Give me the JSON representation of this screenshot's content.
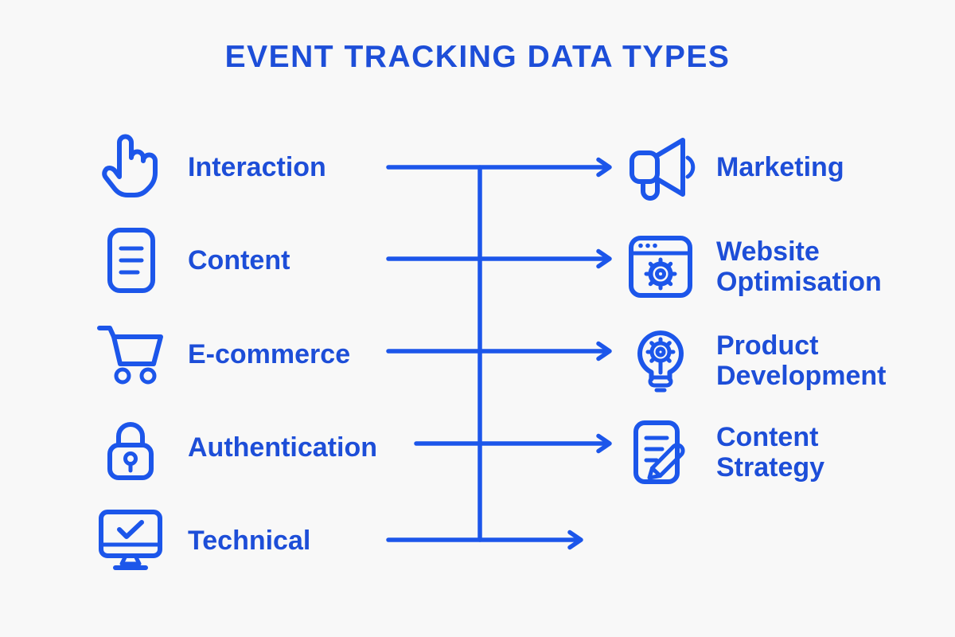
{
  "title": "EVENT TRACKING DATA TYPES",
  "colors": {
    "background": "#f8f8f8",
    "title_text": "#1d4ed8",
    "label_text": "#1d4ed8",
    "lines_and_icons": "#1c56ea"
  },
  "left": {
    "items": [
      {
        "label": "Interaction",
        "icon": "hand-cursor-icon"
      },
      {
        "label": "Content",
        "icon": "document-lines-icon"
      },
      {
        "label": "E-commerce",
        "icon": "shopping-cart-icon"
      },
      {
        "label": "Authentication",
        "icon": "padlock-icon"
      },
      {
        "label": "Technical",
        "icon": "monitor-check-icon"
      }
    ]
  },
  "right": {
    "items": [
      {
        "label": "Marketing",
        "icon": "megaphone-icon"
      },
      {
        "label": "Website Optimisation",
        "icon": "browser-gear-icon"
      },
      {
        "label": "Product Development",
        "icon": "lightbulb-gear-icon"
      },
      {
        "label": "Content Strategy",
        "icon": "document-pencil-icon"
      }
    ]
  },
  "connections": {
    "type": "shared-spine",
    "left_count": 5,
    "right_count": 4,
    "unlabeled_arrows": 1
  }
}
